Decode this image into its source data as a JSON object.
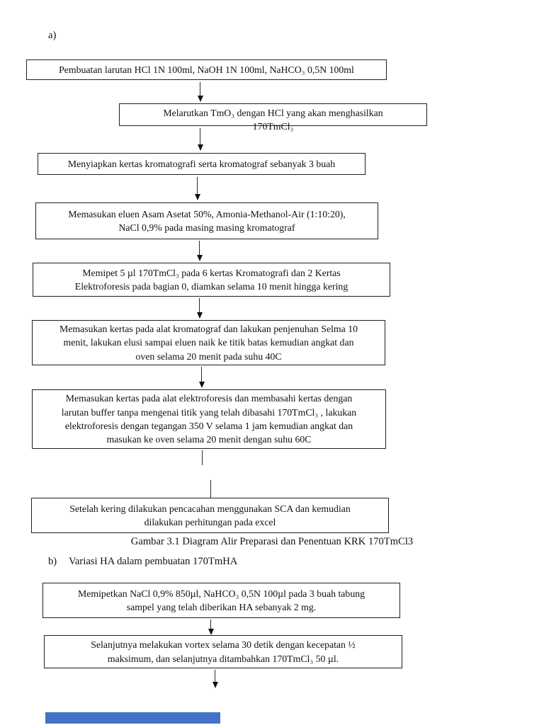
{
  "colors": {
    "page_background": "#ffffff",
    "box_border": "#1f1f1f",
    "text": "#111111",
    "arrow": "#2a2a2a",
    "accent_bar": "#4472c4"
  },
  "section_a": {
    "label": "a)",
    "steps": [
      {
        "lines": [
          "Pembuatan larutan HCl 1N 100ml, NaOH 1N 100ml, NaHCO₃ 0,5N 100ml"
        ]
      },
      {
        "lines": [
          "Melarutkan TmO₃ dengan HCl yang akan menghasilkan",
          "170TmCl₃"
        ]
      },
      {
        "lines": [
          "Menyiapkan kertas kromatografi serta kromatograf sebanyak 3 buah"
        ]
      },
      {
        "lines": [
          "Memasukan eluen Asam Asetat 50%, Amonia-Methanol-Air (1:10:20),",
          "NaCl 0,9% pada masing masing kromatograf"
        ]
      },
      {
        "lines": [
          "Memipet 5 µl 170TmCl₃ pada 6 kertas Kromatografi dan 2 Kertas",
          "Elektroforesis pada bagian 0, diamkan selama 10 menit hingga kering"
        ]
      },
      {
        "lines": [
          "Memasukan kertas pada alat kromatograf dan lakukan penjenuhan Selma 10",
          "menit, lakukan elusi sampai eluen naik ke titik batas kemudian angkat dan",
          "oven selama 20 menit pada suhu 40C"
        ]
      },
      {
        "lines": [
          "Memasukan kertas pada alat elektroforesis dan membasahi kertas dengan",
          "larutan buffer tanpa mengenai titik yang telah dibasahi 170TmCl₃ , lakukan",
          "elektroforesis dengan tegangan 350 V selama 1 jam kemudian angkat dan",
          "masukan ke oven selama 20 menit dengan suhu 60C"
        ]
      },
      {
        "lines": [
          "Setelah kering dilakukan pencacahan menggunakan SCA dan kemudian",
          "dilakukan perhitungan pada excel"
        ]
      }
    ],
    "caption": "Gambar 3.1 Diagram Alir Preparasi dan Penentuan KRK 170TmCl3"
  },
  "section_b": {
    "label": "b)",
    "title": "Variasi HA dalam pembuatan 170TmHA",
    "steps": [
      {
        "lines": [
          "Memipetkan NaCl 0,9% 850µl, NaHCO₃ 0,5N 100µl pada 3 buah tabung",
          "sampel yang telah diberikan HA sebanyak 2 mg."
        ]
      },
      {
        "lines": [
          "Selanjutnya melakukan vortex selama 30 detik dengan kecepatan ½",
          "maksimum, dan selanjutnya ditambahkan 170TmCl₃ 50 µl."
        ]
      }
    ]
  }
}
